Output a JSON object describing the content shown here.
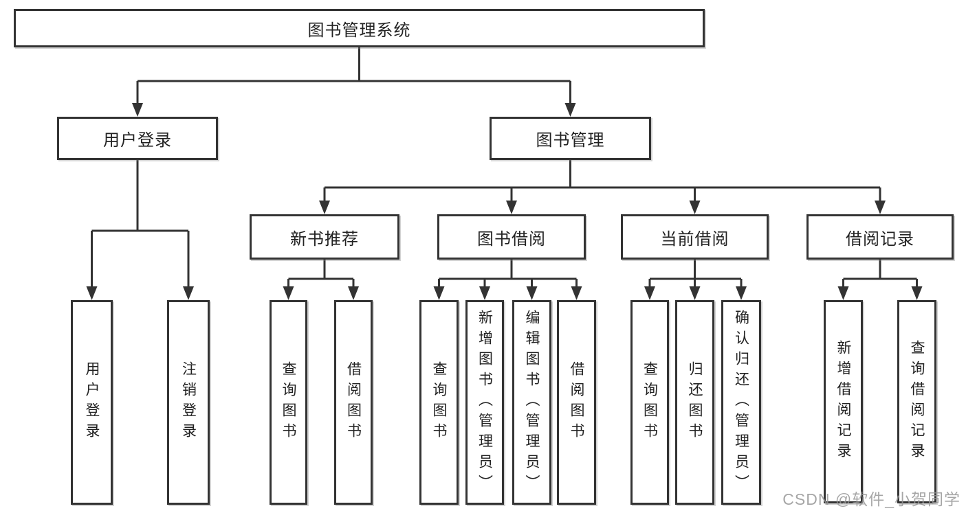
{
  "colors": {
    "background": "#ffffff",
    "line": "#333333",
    "box_border": "#333333",
    "text": "#222222",
    "watermark": "#969696"
  },
  "watermark": {
    "text": "CSDN @软件_小贺同学"
  },
  "tree": {
    "label": "图书管理系统",
    "children": [
      {
        "label": "用户登录",
        "children": [
          {
            "label": "用户登录"
          },
          {
            "label": "注销登录"
          }
        ]
      },
      {
        "label": "图书管理",
        "children": [
          {
            "label": "新书推荐",
            "children": [
              {
                "label": "查询图书"
              },
              {
                "label": "借阅图书"
              }
            ]
          },
          {
            "label": "图书借阅",
            "children": [
              {
                "label": "查询图书"
              },
              {
                "label": "新增图书（管理员）"
              },
              {
                "label": "编辑图书（管理员）"
              },
              {
                "label": "借阅图书"
              }
            ]
          },
          {
            "label": "当前借阅",
            "children": [
              {
                "label": "查询图书"
              },
              {
                "label": "归还图书"
              },
              {
                "label": "确认归还（管理员）"
              }
            ]
          },
          {
            "label": "借阅记录",
            "children": [
              {
                "label": "新增借阅记录"
              },
              {
                "label": "查询借阅记录"
              }
            ]
          }
        ]
      }
    ]
  }
}
